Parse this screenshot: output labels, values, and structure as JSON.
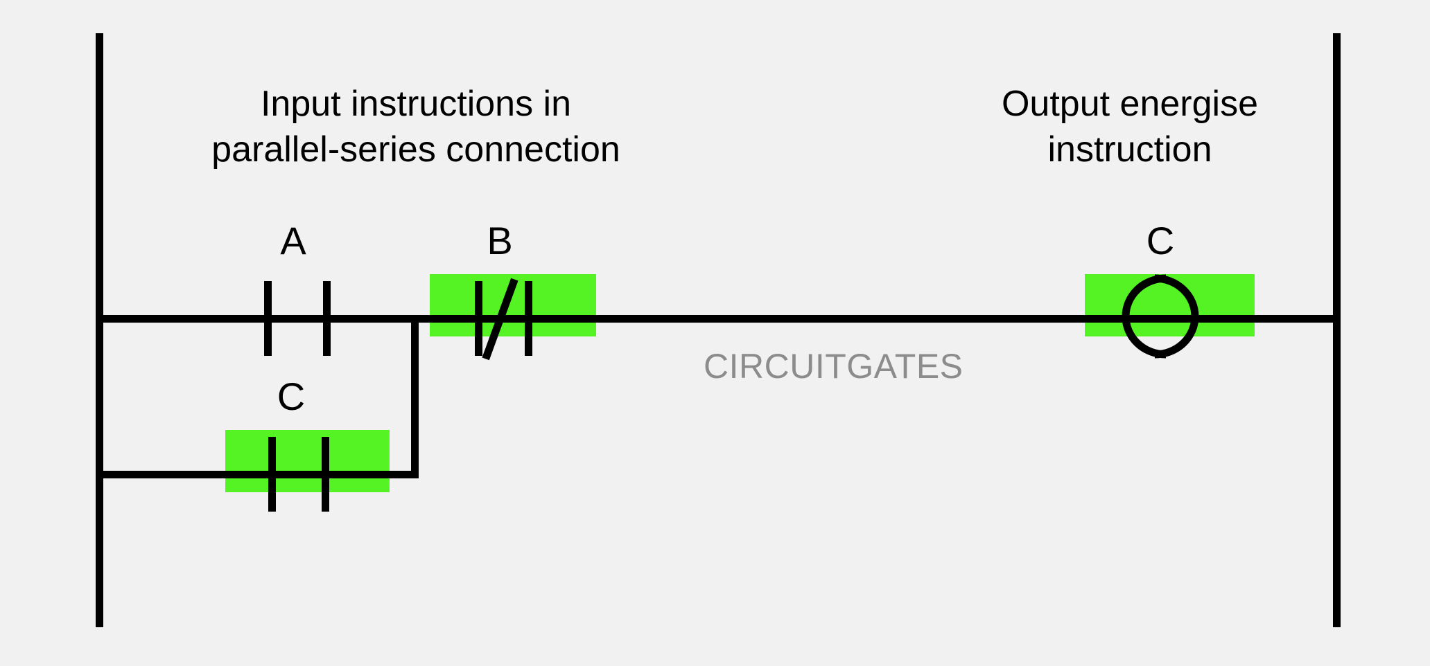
{
  "diagram": {
    "type": "ladder-logic-rung",
    "background_color": "#f1f1f1",
    "wire_color": "#000000",
    "highlight_color": "#55f224",
    "watermark_color": "#8c8c8c",
    "watermark_text": "CIRCUITGATES"
  },
  "captions": {
    "input_line1": "Input instructions in",
    "input_line2": "parallel-series connection",
    "output_line1": "Output energise",
    "output_line2": "instruction"
  },
  "elements": {
    "contact_a": {
      "tag": "A",
      "kind": "normally-open-contact",
      "energised": false
    },
    "contact_b": {
      "tag": "B",
      "kind": "normally-closed-contact",
      "energised": true
    },
    "contact_c": {
      "tag": "C",
      "kind": "normally-open-contact",
      "energised": true
    },
    "coil_c": {
      "tag": "C",
      "kind": "output-energise-coil",
      "energised": true
    }
  }
}
